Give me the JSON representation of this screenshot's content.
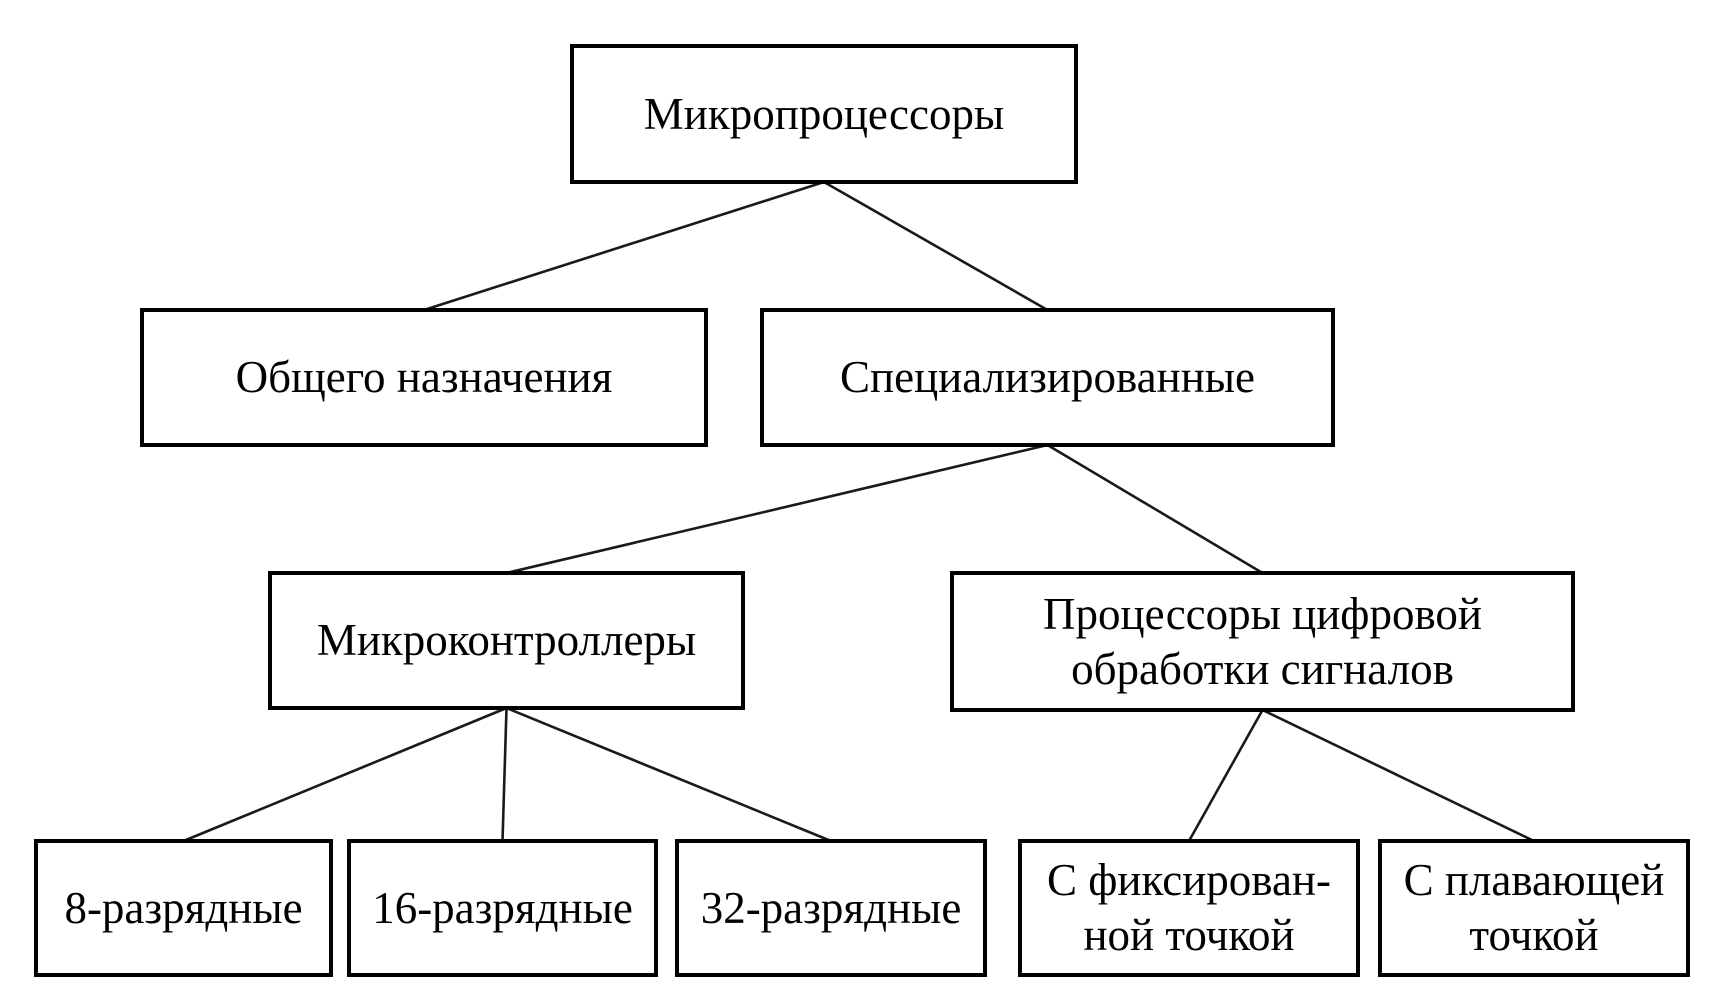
{
  "diagram": {
    "language": "ru",
    "nodes": {
      "root": {
        "lines": [
          "Микропроцессоры"
        ]
      },
      "general_purpose": {
        "lines": [
          "Общего назначения"
        ]
      },
      "specialized": {
        "lines": [
          "Специализированные"
        ]
      },
      "microcontrollers": {
        "lines": [
          "Микроконтроллеры"
        ]
      },
      "dsp": {
        "lines": [
          "Процессоры цифровой",
          "обработки сигналов"
        ]
      },
      "bit8": {
        "lines": [
          "8-разрядные"
        ]
      },
      "bit16": {
        "lines": [
          "16-разрядные"
        ]
      },
      "bit32": {
        "lines": [
          "32-разрядные"
        ]
      },
      "fixed_point": {
        "lines": [
          "С фиксирован-",
          "ной точкой"
        ]
      },
      "floating_point": {
        "lines": [
          "С плавающей",
          "точкой"
        ]
      }
    },
    "edges": [
      [
        "root",
        "general_purpose"
      ],
      [
        "root",
        "specialized"
      ],
      [
        "specialized",
        "microcontrollers"
      ],
      [
        "specialized",
        "dsp"
      ],
      [
        "microcontrollers",
        "bit8"
      ],
      [
        "microcontrollers",
        "bit16"
      ],
      [
        "microcontrollers",
        "bit32"
      ],
      [
        "dsp",
        "fixed_point"
      ],
      [
        "dsp",
        "floating_point"
      ]
    ],
    "colors": {
      "background": "#ffffff",
      "box_fill": "#ffffff",
      "box_border": "#000000",
      "text": "#000000",
      "line": "#1a1a1a"
    }
  }
}
